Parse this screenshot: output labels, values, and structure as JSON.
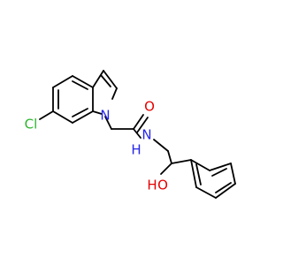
{
  "structure": {
    "bond_color": "#000000",
    "atoms": {
      "cl": {
        "symbol": "Cl",
        "color": "#2db52d"
      },
      "n_indole": {
        "symbol": "N",
        "color": "#2626e6"
      },
      "o_carbonyl": {
        "symbol": "O",
        "color": "#e60000"
      },
      "n_amide": {
        "symbol": "N",
        "color": "#2626e6"
      },
      "h_amide": {
        "symbol": "H",
        "color": "#2626e6"
      },
      "o_hydroxyl": {
        "symbol": "O",
        "color": "#e60000"
      },
      "h_hydroxyl": {
        "symbol": "H",
        "color": "#e60000"
      }
    }
  }
}
